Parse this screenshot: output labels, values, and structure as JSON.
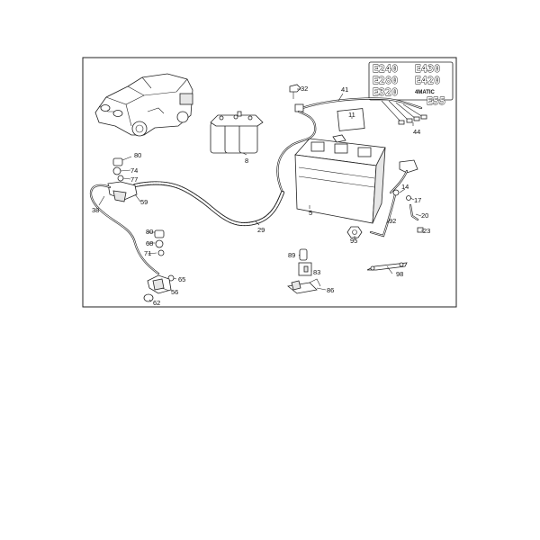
{
  "callouts": {
    "c32": "32",
    "c41": "41",
    "c11": "11",
    "c44": "44",
    "c8": "8",
    "c80a": "80",
    "c74": "74",
    "c77": "77",
    "c38": "38",
    "c59": "59",
    "c29": "29",
    "c5": "5",
    "c14": "14",
    "c17": "17",
    "c20": "20",
    "c23": "23",
    "c92": "92",
    "c95": "95",
    "c80b": "80",
    "c68": "68",
    "c71": "71",
    "c89": "89",
    "c83": "83",
    "c65": "65",
    "c56": "56",
    "c62": "62",
    "c86": "86",
    "c98": "98"
  },
  "model_badges": {
    "e240": "E240",
    "e430": "E430",
    "e280": "E280",
    "e420": "E420",
    "e320": "E320",
    "matic": "4MATIC",
    "e55": "E55"
  }
}
